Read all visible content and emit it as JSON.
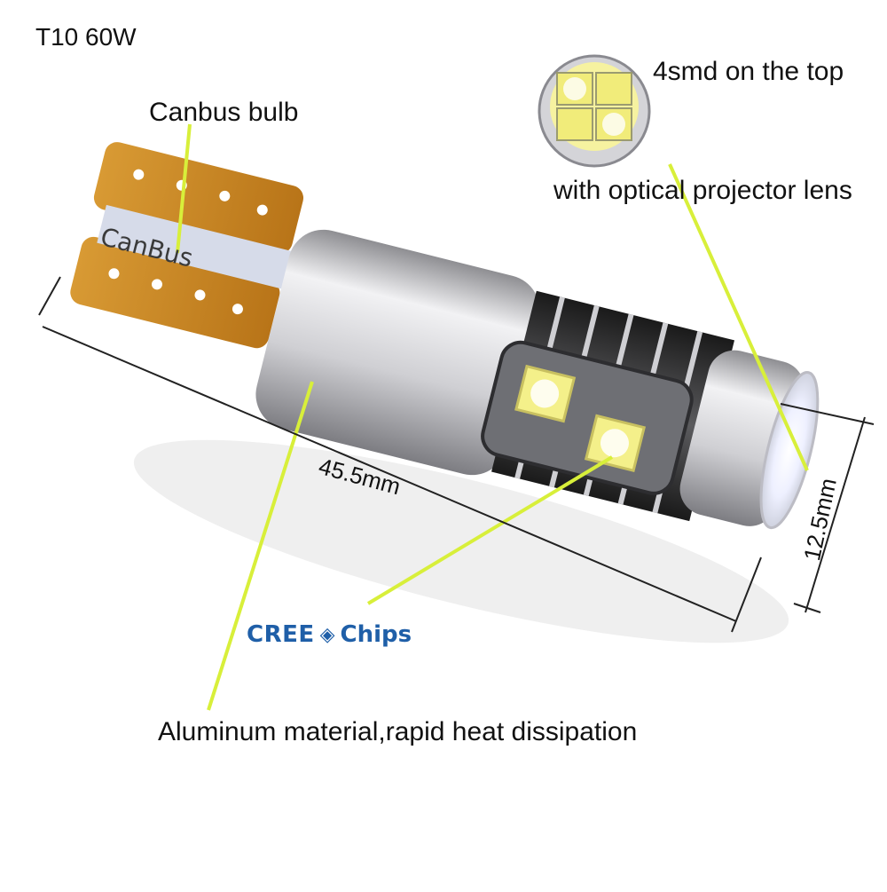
{
  "title": "T10 60W",
  "callouts": {
    "canbus": "Canbus bulb",
    "smd": "4smd on the top",
    "lens": "with optical projector lens",
    "aluminum": "Aluminum material,rapid heat dissipation"
  },
  "dimensions": {
    "length": "45.5mm",
    "diameter": "12.5mm"
  },
  "brand": {
    "name": "CREE",
    "suffix": "Chips",
    "color": "#1f5fa8"
  },
  "bulb_print": "CanBus",
  "colors": {
    "leader_line": "#d8ef3a",
    "pcb": "#c8871e",
    "aluminum": "#d9d9dc",
    "led_chip": "#f4f08a"
  }
}
